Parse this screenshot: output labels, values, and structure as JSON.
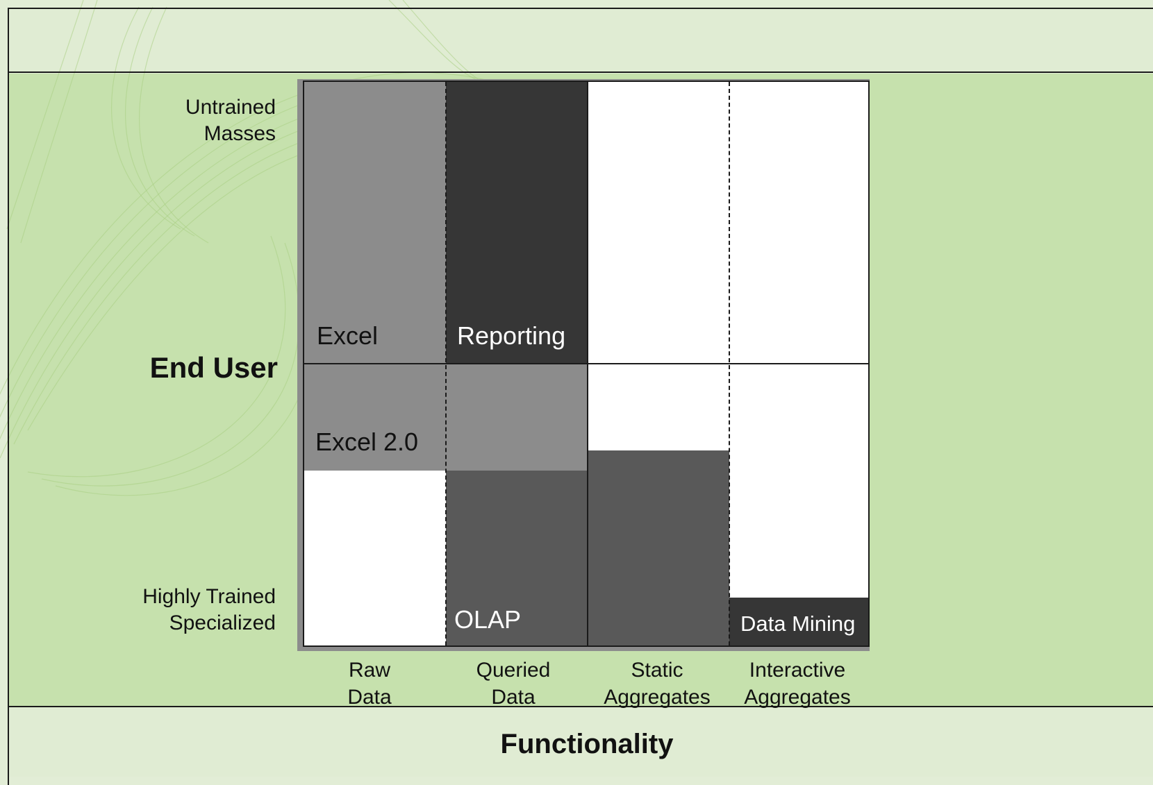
{
  "diagram": {
    "y_axis": {
      "title": "End User",
      "top_label": "Untrained\nMasses",
      "bottom_label": "Highly Trained\nSpecialized"
    },
    "x_axis": {
      "title": "Functionality",
      "columns": [
        "Raw\nData",
        "Queried\nData",
        "Static\nAggregates",
        "Interactive\nAggregates"
      ]
    },
    "regions": [
      {
        "label": "Excel",
        "color": "#8c8c8c"
      },
      {
        "label": "Reporting",
        "color": "#363636"
      },
      {
        "label": "Excel 2.0",
        "color": "#8c8c8c"
      },
      {
        "label": "OLAP",
        "color": "#595959"
      },
      {
        "label": "Data Mining",
        "color": "#363636"
      }
    ]
  }
}
